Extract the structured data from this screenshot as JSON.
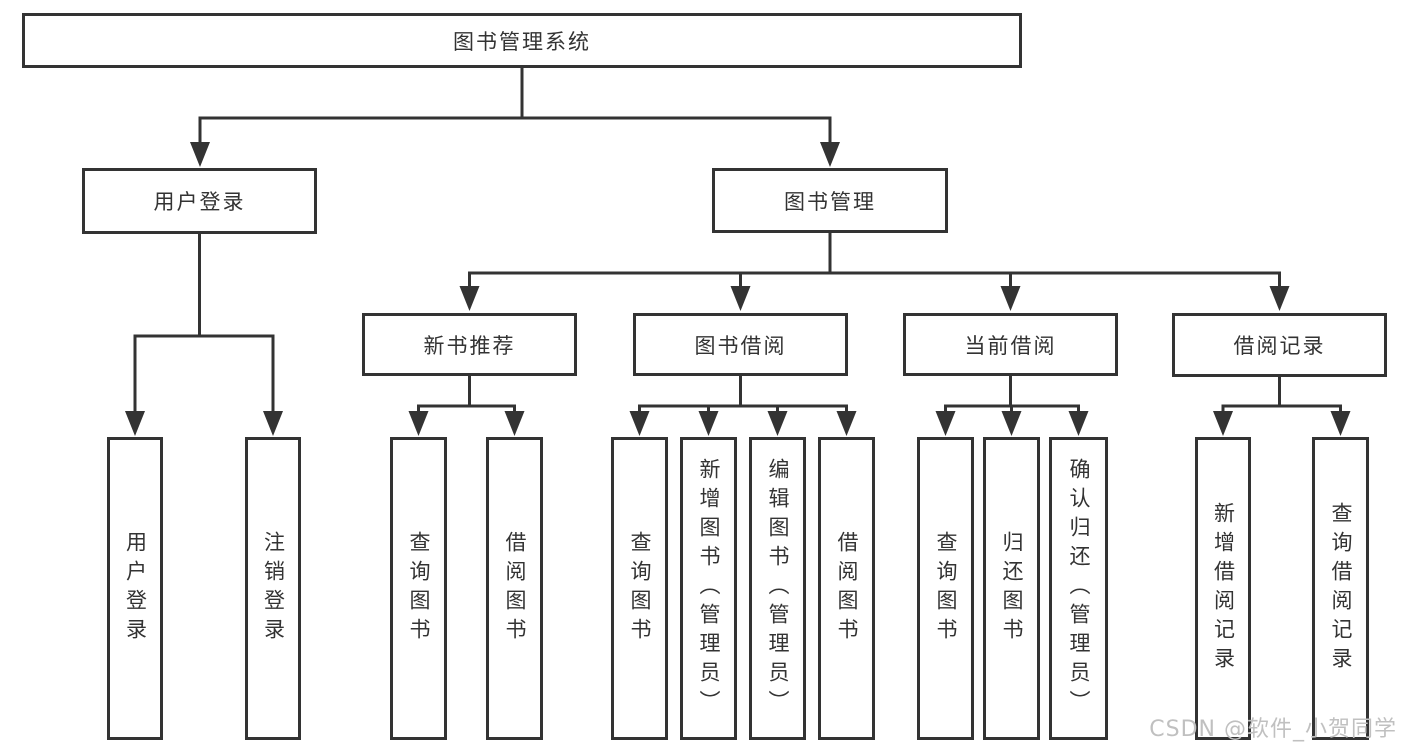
{
  "diagram": {
    "title_node": "图书管理系统",
    "root": {
      "label": "图书管理系统"
    },
    "branches": [
      {
        "label": "用户登录",
        "children": [
          {
            "label": "用户登录"
          },
          {
            "label": "注销登录"
          }
        ]
      },
      {
        "label": "图书管理",
        "children": [
          {
            "label": "新书推荐",
            "children": [
              {
                "label": "查询图书"
              },
              {
                "label": "借阅图书"
              }
            ]
          },
          {
            "label": "图书借阅",
            "children": [
              {
                "label": "查询图书"
              },
              {
                "label": "新增图书（管理员）"
              },
              {
                "label": "编辑图书（管理员）"
              },
              {
                "label": "借阅图书"
              }
            ]
          },
          {
            "label": "当前借阅",
            "children": [
              {
                "label": "查询图书"
              },
              {
                "label": "归还图书"
              },
              {
                "label": "确认归还（管理员）"
              }
            ]
          },
          {
            "label": "借阅记录",
            "children": [
              {
                "label": "新增借阅记录"
              },
              {
                "label": "查询借阅记录"
              }
            ]
          }
        ]
      }
    ]
  },
  "watermark": {
    "text": "CSDN @软件_小贺同学",
    "color": "#c0c0c0"
  },
  "colors": {
    "line": "#333333",
    "box_border": "#333333",
    "text": "#333333",
    "background": "#ffffff"
  }
}
